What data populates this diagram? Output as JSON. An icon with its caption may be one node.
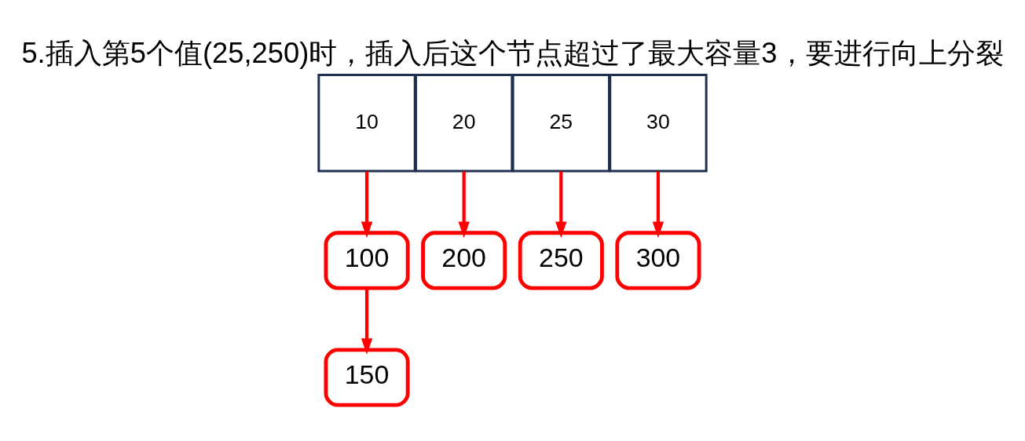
{
  "diagram": {
    "title": "5.插入第5个值(25,250)时，插入后这个节点超过了最大容量3，要进行向上分裂",
    "nodes": [
      {
        "text": [
          "10"
        ]
      },
      {
        "text": [
          "20"
        ]
      },
      {
        "text": [
          "25"
        ]
      },
      {
        "text": [
          "30"
        ]
      },
      {
        "text": [
          "100"
        ]
      },
      {
        "text": [
          "200"
        ]
      },
      {
        "text": [
          "250"
        ]
      },
      {
        "text": [
          "300"
        ]
      },
      {
        "text": [
          "150"
        ]
      }
    ],
    "edges": [
      {
        "from": 0,
        "to": 4,
        "arrow": "to"
      },
      {
        "from": 1,
        "to": 5,
        "arrow": "to"
      },
      {
        "from": 2,
        "to": 6,
        "arrow": "to"
      },
      {
        "from": 3,
        "to": 7,
        "arrow": "to"
      },
      {
        "from": 4,
        "to": 8,
        "arrow": "to"
      }
    ]
  }
}
